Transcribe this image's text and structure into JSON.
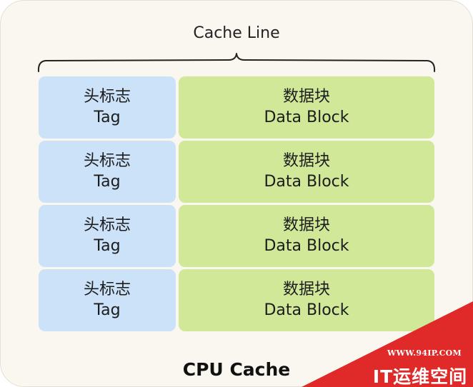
{
  "diagram": {
    "line_label": "Cache Line",
    "caption": "CPU Cache",
    "rows": [
      {
        "tag_cn": "头标志",
        "tag_en": "Tag",
        "data_cn": "数据块",
        "data_en": "Data Block"
      },
      {
        "tag_cn": "头标志",
        "tag_en": "Tag",
        "data_cn": "数据块",
        "data_en": "Data Block"
      },
      {
        "tag_cn": "头标志",
        "tag_en": "Tag",
        "data_cn": "数据块",
        "data_en": "Data Block"
      },
      {
        "tag_cn": "头标志",
        "tag_en": "Tag",
        "data_cn": "数据块",
        "data_en": "Data Block"
      }
    ],
    "colors": {
      "panel": "#f9f7ef",
      "tag_cell": "#cce2f9",
      "data_cell": "#d1e899",
      "watermark": "#e02a2a"
    }
  },
  "watermark": {
    "url": "WWW.94IP.COM",
    "name": "IT运维空间"
  }
}
